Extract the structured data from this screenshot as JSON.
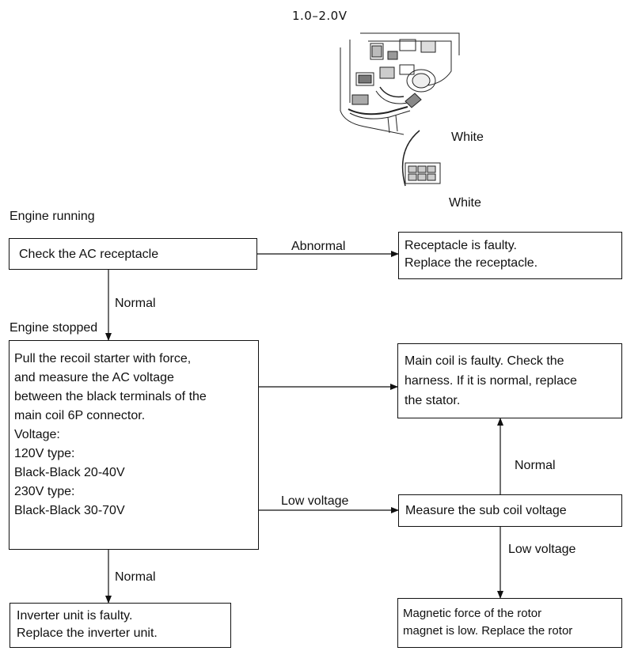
{
  "illustration": {
    "voltage_reading": "1.0–2.0V",
    "label_white_top": "White",
    "label_white_bottom": "White"
  },
  "sections": {
    "engine_running": "Engine running",
    "engine_stopped": "Engine stopped"
  },
  "boxes": {
    "check_ac_receptacle": [
      "Check the AC receptacle"
    ],
    "receptacle_faulty": [
      "Receptacle is faulty.",
      "Replace the receptacle."
    ],
    "pull_recoil_starter": [
      "Pull the recoil starter with force,",
      "and measure the AC voltage",
      "between the black terminals of the",
      " main coil 6P connector.",
      "Voltage:",
      "120V type:",
      "Black-Black 20-40V",
      "230V type:",
      "Black-Black 30-70V"
    ],
    "main_coil_faulty": [
      "Main coil is faulty. Check the",
      "harness. If it is normal, replace",
      " the stator."
    ],
    "measure_sub_coil": [
      "Measure the sub coil voltage"
    ],
    "inverter_faulty": [
      "Inverter unit is faulty.",
      "Replace the inverter unit."
    ],
    "rotor_magnet_low": [
      "Magnetic force of the rotor",
      "magnet is low. Replace the rotor"
    ]
  },
  "arrow_labels": {
    "abnormal": "Abnormal",
    "normal_1": "Normal",
    "low_voltage_1": "Low voltage",
    "normal_2": "Normal",
    "normal_3": "Normal",
    "low_voltage_2": "Low voltage"
  }
}
